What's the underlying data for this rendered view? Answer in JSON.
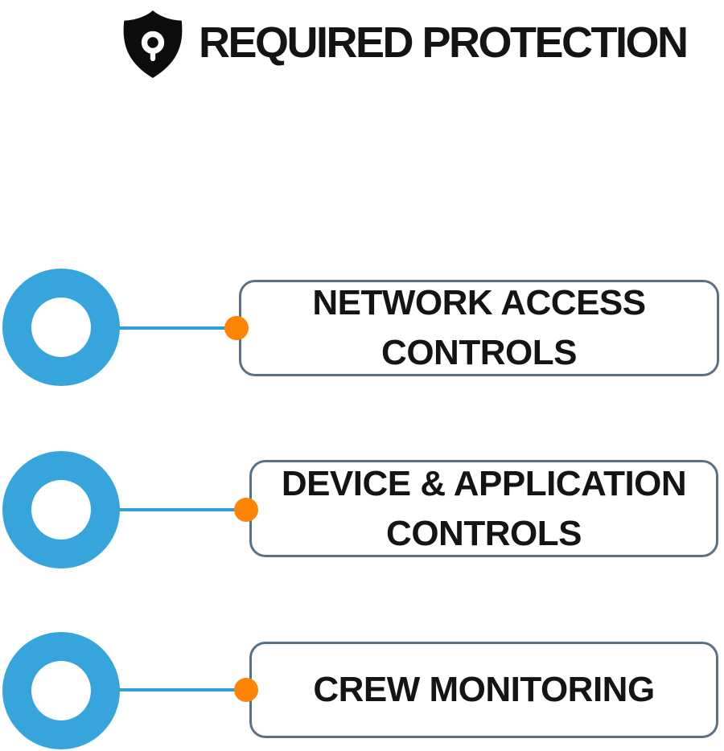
{
  "header": {
    "title": "REQUIRED PROTECTION",
    "icon": "shield-keyhole-icon"
  },
  "items": [
    {
      "label": "NETWORK ACCESS\nCONTROLS"
    },
    {
      "label": "DEVICE & APPLICATION\nCONTROLS"
    },
    {
      "label": "CREW MONITORING"
    }
  ],
  "colors": {
    "circle_blue": "#35A5DC",
    "connector_blue": "#2F9FD9",
    "dot_orange": "#FD8503",
    "box_border": "#5B7286",
    "text_dark": "#141414"
  }
}
